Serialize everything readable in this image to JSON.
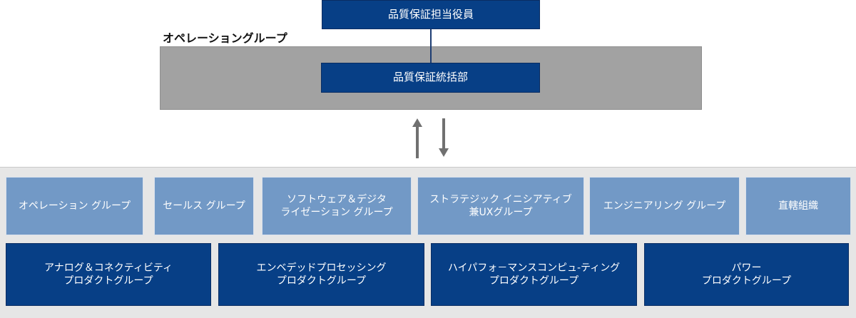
{
  "top": {
    "qa_officer": "品質保証担当役員",
    "group_label": "オペレーショングループ",
    "qa_dept": "品質保証統括部"
  },
  "colors": {
    "dark_box": "#073f86",
    "light_box": "#7299c6",
    "band": "#a2a2a2",
    "panel": "#e6e6e6",
    "arrow": "#707070"
  },
  "org_units": {
    "ops": "オペレーション グループ",
    "sales": "セールス グループ",
    "software_digital_l1": "ソフトウェア＆デジタ",
    "software_digital_l2": "ライゼーション グループ",
    "strategic_l1": "ストラテジック イニシアティブ",
    "strategic_l2": "兼UXグループ",
    "engineering": "エンジニアリング グループ",
    "direct": "直轄組織"
  },
  "product_groups": {
    "analog_l1": "アナログ＆コネクティビティ",
    "analog_l2": "プロダクトグループ",
    "embedded_l1": "エンベデッドプロセッシング",
    "embedded_l2": "プロダクトグループ",
    "hpc_l1": "ハイパフォ－マンスコンピュ-ティング",
    "hpc_l2": "プロダクトグループ",
    "power_l1": "パワー",
    "power_l2": "プロダクトグループ"
  }
}
